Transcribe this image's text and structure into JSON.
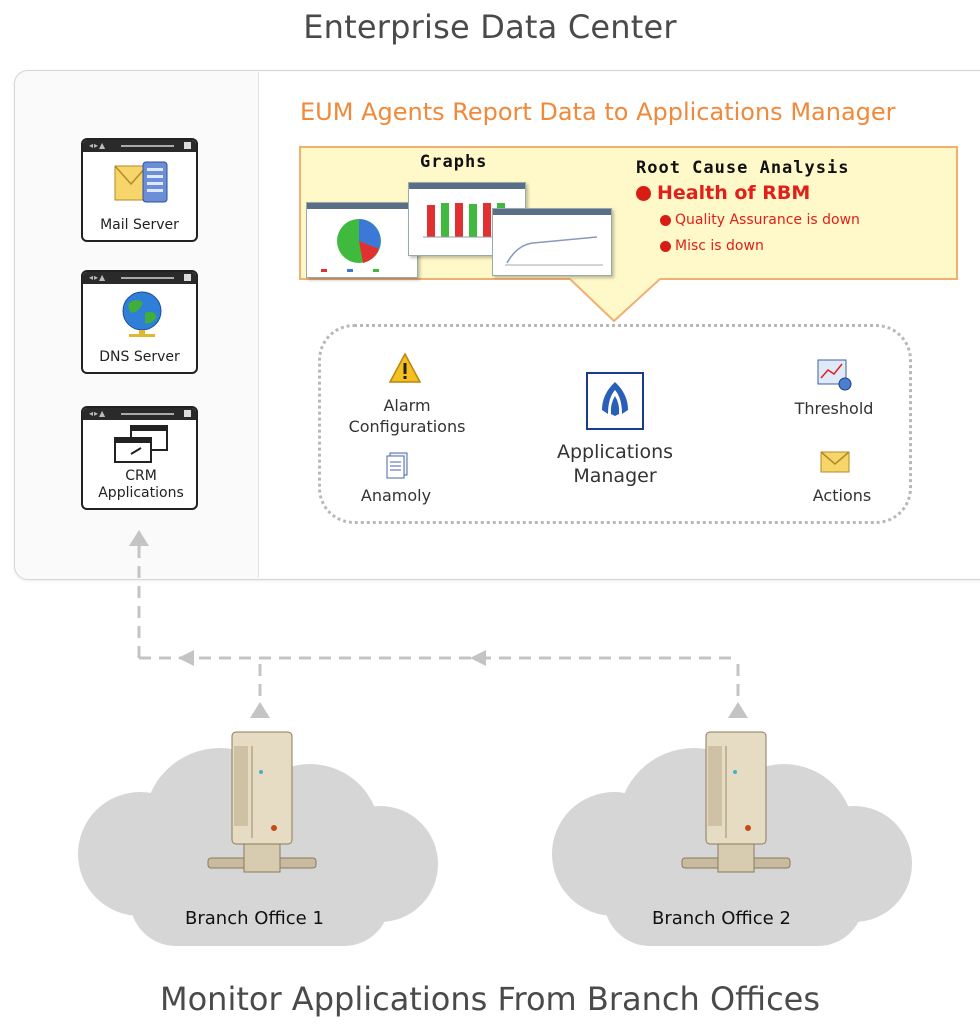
{
  "header": {
    "title": "Enterprise Data Center"
  },
  "servers": [
    {
      "label": "Mail Server",
      "icon": "mail-server-icon"
    },
    {
      "label": "DNS Server",
      "icon": "globe-icon"
    },
    {
      "label": "CRM Applications",
      "icon": "windows-icon"
    }
  ],
  "report": {
    "title": "EUM Agents Report Data to Applications Manager",
    "graphs_label": "Graphs",
    "rca_label": "Root Cause Analysis",
    "health": "Health of RBM",
    "items": [
      "Quality Assurance is down",
      "Misc is down"
    ]
  },
  "hub": {
    "center": "Applications Manager",
    "alarm": "Alarm Configurations",
    "anomaly": "Anamoly",
    "threshold": "Threshold",
    "actions": "Actions"
  },
  "branches": [
    {
      "label": "Branch Office 1"
    },
    {
      "label": "Branch Office 2"
    }
  ],
  "footer": {
    "title": "Monitor Applications From Branch Offices"
  },
  "colors": {
    "accent": "#f0893a",
    "alert": "#e0201a",
    "report_bg": "#fff8c8",
    "cloud": "#d6d6d6"
  }
}
